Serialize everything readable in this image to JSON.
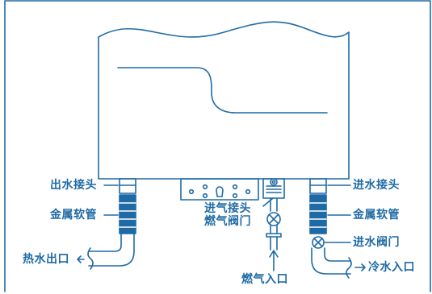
{
  "colors": {
    "line": "#1e6aa5",
    "hose_fill": "#1e6aa5",
    "background": "#ffffff"
  },
  "labels": {
    "outlet_connector": "出水接头",
    "outlet_hose": "金属软管",
    "hot_water_out": "热水出口",
    "gas_connector": "进气接头",
    "gas_valve": "燃气阀门",
    "gas_inlet": "燃气入口",
    "inlet_connector": "进水接头",
    "inlet_hose": "金属软管",
    "inlet_valve": "进水阀门",
    "cold_water_in": "冷水入口"
  }
}
